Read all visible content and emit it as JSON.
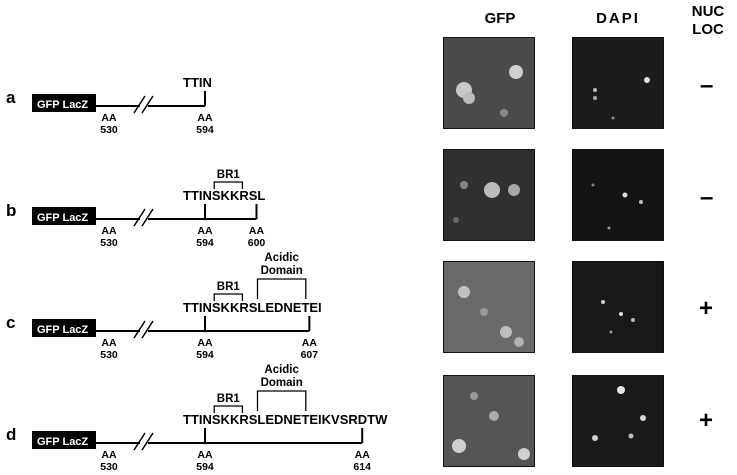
{
  "headers": {
    "gfp": "GFP",
    "dapi": "DAPI",
    "nuc_loc": [
      "NUC",
      "LOC"
    ]
  },
  "construct_label": "GFP LacZ",
  "aa_prefix": "AA",
  "rows": [
    {
      "label": "a",
      "sequence": "TTIN",
      "br1": "",
      "acidic": [],
      "aa": [
        "530",
        "594"
      ],
      "nuc_loc": "–"
    },
    {
      "label": "b",
      "sequence": "TTINSKKRSL",
      "br1": "BR1",
      "acidic": [],
      "aa": [
        "530",
        "594",
        "600"
      ],
      "nuc_loc": "–"
    },
    {
      "label": "c",
      "sequence": "TTINSKKRSLEDNETEI",
      "br1": "BR1",
      "acidic": [
        "Acidic",
        "Domain"
      ],
      "aa": [
        "530",
        "594",
        "607"
      ],
      "nuc_loc": "+"
    },
    {
      "label": "d",
      "sequence": "TTINSKKRSLEDNETEIKVSRDTW",
      "br1": "BR1",
      "acidic": [
        "Acidic",
        "Domain"
      ],
      "aa": [
        "530",
        "594",
        "614"
      ],
      "nuc_loc": "+"
    }
  ],
  "colors": {
    "box": "#000000",
    "box_text": "#ffffff",
    "micro_bg": "#1e1e1e"
  }
}
